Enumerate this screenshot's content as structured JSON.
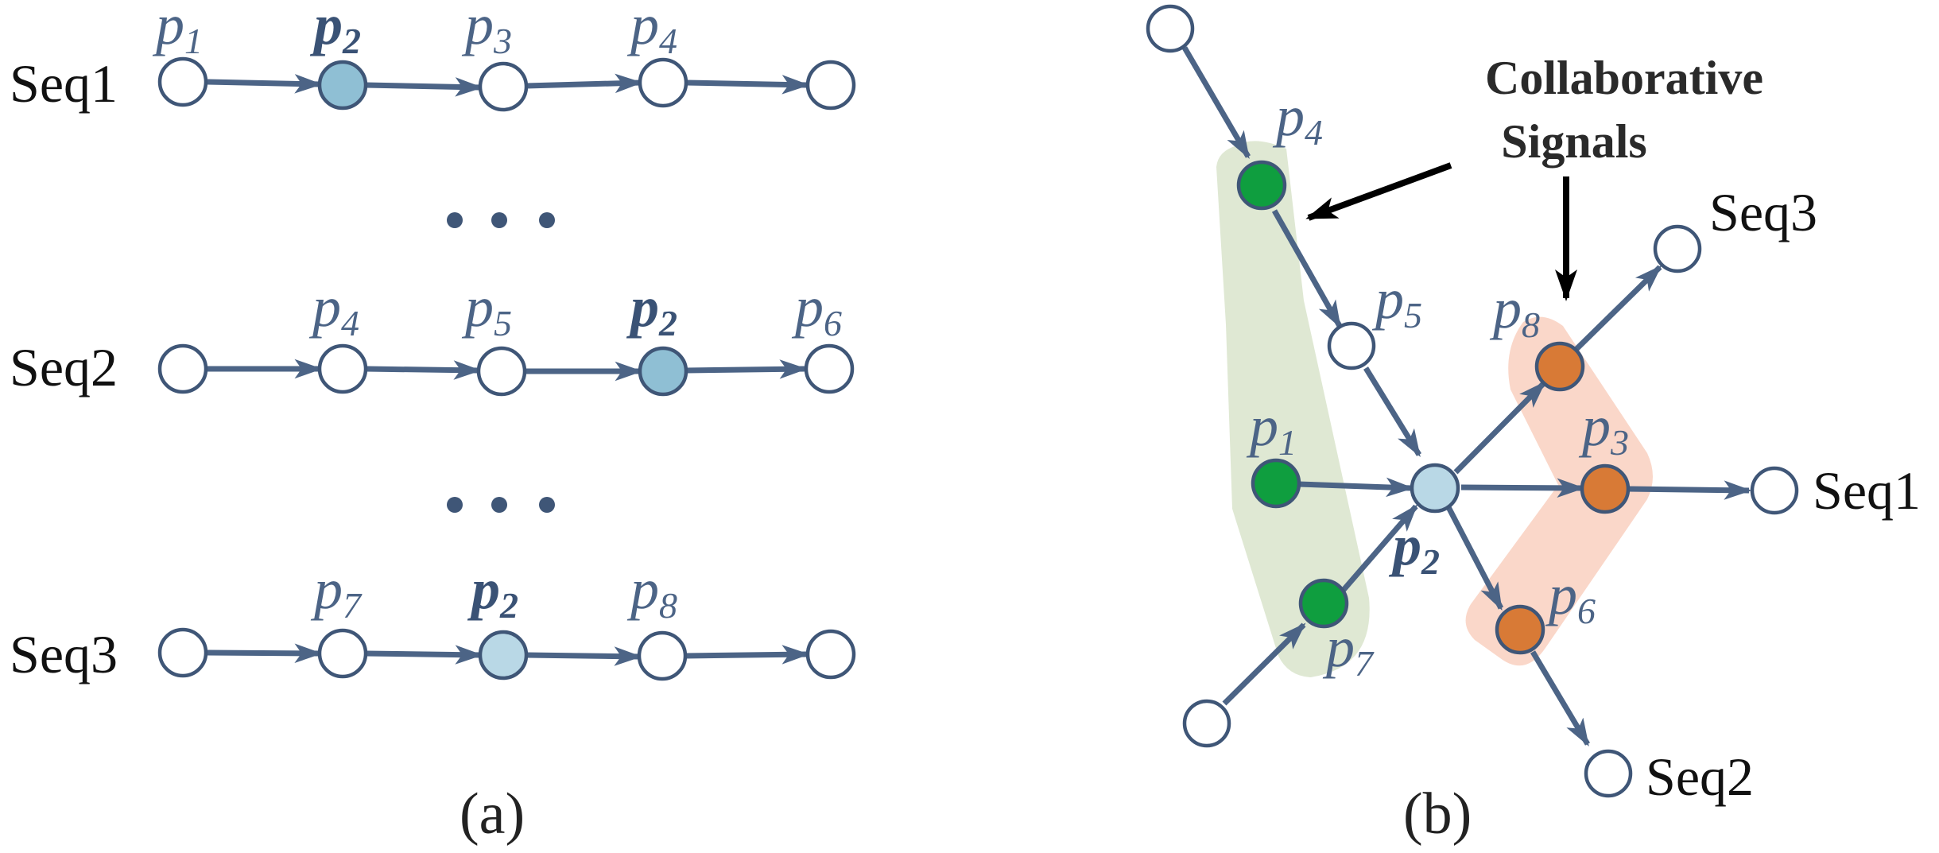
{
  "colors": {
    "edge": "#4c6486",
    "node_stroke": "#3f5677",
    "empty_fill": "#ffffff",
    "target_fill_a": "#8fbfd4",
    "target_fill_b": "#b9d8e6",
    "green_fill": "#0f9e3f",
    "orange_fill": "#d87a36",
    "green_highlight": "#dfe8d3",
    "orange_highlight": "#fad7c9"
  },
  "panel_a": {
    "caption": "(a)",
    "ellipsis": "• • •",
    "rows": [
      {
        "label": "Seq1",
        "nodes": [
          {
            "name": "p",
            "sub": "1",
            "bold": false,
            "fill": "empty"
          },
          {
            "name": "p",
            "sub": "2",
            "bold": true,
            "fill": "target"
          },
          {
            "name": "p",
            "sub": "3",
            "bold": false,
            "fill": "empty"
          },
          {
            "name": "p",
            "sub": "4",
            "bold": false,
            "fill": "empty"
          },
          {
            "name": "",
            "sub": "",
            "bold": false,
            "fill": "empty"
          }
        ]
      },
      {
        "label": "Seq2",
        "nodes": [
          {
            "name": "",
            "sub": "",
            "bold": false,
            "fill": "empty"
          },
          {
            "name": "p",
            "sub": "4",
            "bold": false,
            "fill": "empty"
          },
          {
            "name": "p",
            "sub": "5",
            "bold": false,
            "fill": "empty"
          },
          {
            "name": "p",
            "sub": "2",
            "bold": true,
            "fill": "target"
          },
          {
            "name": "p",
            "sub": "6",
            "bold": false,
            "fill": "empty"
          }
        ]
      },
      {
        "label": "Seq3",
        "nodes": [
          {
            "name": "",
            "sub": "",
            "bold": false,
            "fill": "empty"
          },
          {
            "name": "p",
            "sub": "7",
            "bold": false,
            "fill": "empty"
          },
          {
            "name": "p",
            "sub": "2",
            "bold": true,
            "fill": "target_light"
          },
          {
            "name": "p",
            "sub": "8",
            "bold": false,
            "fill": "empty"
          },
          {
            "name": "",
            "sub": "",
            "bold": false,
            "fill": "empty"
          }
        ]
      }
    ]
  },
  "panel_b": {
    "caption": "(b)",
    "title_line1": "Collaborative",
    "title_line2": "Signals",
    "seq_labels": {
      "seq1": "Seq1",
      "seq2": "Seq2",
      "seq3": "Seq3"
    },
    "nodes": {
      "p4": {
        "name": "p",
        "sub": "4"
      },
      "p5": {
        "name": "p",
        "sub": "5"
      },
      "p1": {
        "name": "p",
        "sub": "1"
      },
      "p7": {
        "name": "p",
        "sub": "7"
      },
      "p2": {
        "name": "p",
        "sub": "2"
      },
      "p8": {
        "name": "p",
        "sub": "8"
      },
      "p3": {
        "name": "p",
        "sub": "3"
      },
      "p6": {
        "name": "p",
        "sub": "6"
      }
    }
  }
}
